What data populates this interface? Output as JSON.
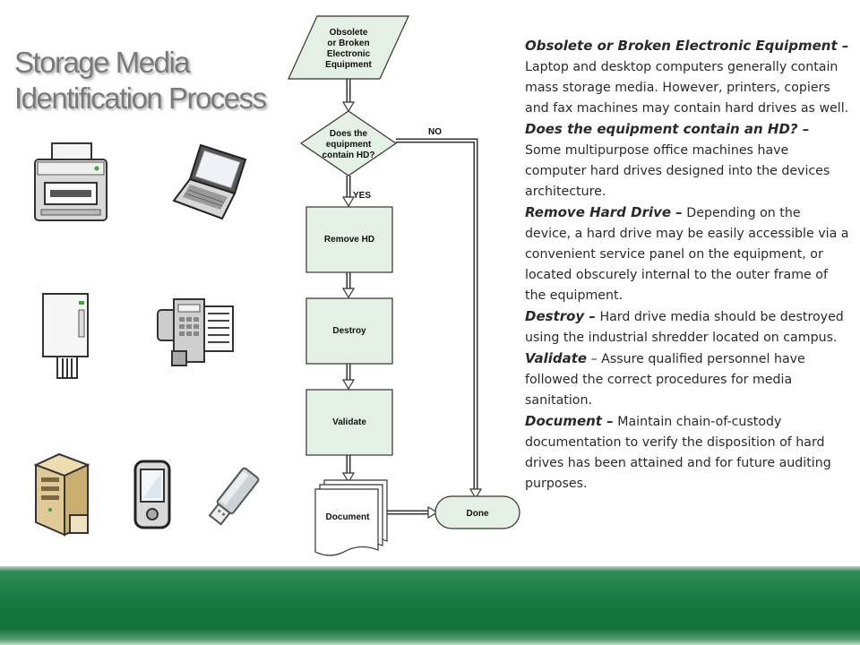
{
  "title": {
    "line1": "Storage Media",
    "line2": "Identification Process"
  },
  "icons": [
    "printer-icon",
    "laptop-icon",
    "copier-icon",
    "fax-machine-icon",
    "server-tower-icon",
    "pda-icon",
    "usb-drive-icon"
  ],
  "flowchart": {
    "start": {
      "lines": [
        "Obsolete",
        "or Broken",
        "Electronic",
        "Equipment"
      ]
    },
    "decision": {
      "lines": [
        "Does the",
        "equipment",
        "contain HD?"
      ]
    },
    "no_label": "NO",
    "yes_label": "YES",
    "remove": "Remove HD",
    "destroy": "Destroy",
    "validate": "Validate",
    "document": "Document",
    "done": "Done"
  },
  "descriptions": [
    {
      "heading": "Obsolete or Broken Electronic Equipment –",
      "text": " Laptop and desktop computers generally contain mass storage media. However, printers, copiers and fax machines may contain hard drives as well."
    },
    {
      "heading": "Does the equipment contain an HD? –",
      "text": " Some multipurpose office machines have computer hard drives designed into the devices architecture."
    },
    {
      "heading": "Remove Hard Drive –",
      "text": " Depending on the device, a hard drive may be easily accessible via a convenient service panel on the equipment, or located obscurely internal to the outer frame of the equipment."
    },
    {
      "heading": "Destroy –",
      "text": " Hard drive media should be destroyed using the industrial shredder located on campus."
    },
    {
      "heading": "Validate",
      "text": " – Assure qualified personnel have followed the correct procedures for media sanitation."
    },
    {
      "heading": "Document –",
      "text": " Maintain chain-of-custody documentation to verify the disposition of hard drives has been attained and for future auditing purposes."
    }
  ],
  "colors": {
    "footer_green": "#16783f",
    "box_fill": "#e4f0e4",
    "title_gray": "#7a7a7a"
  }
}
